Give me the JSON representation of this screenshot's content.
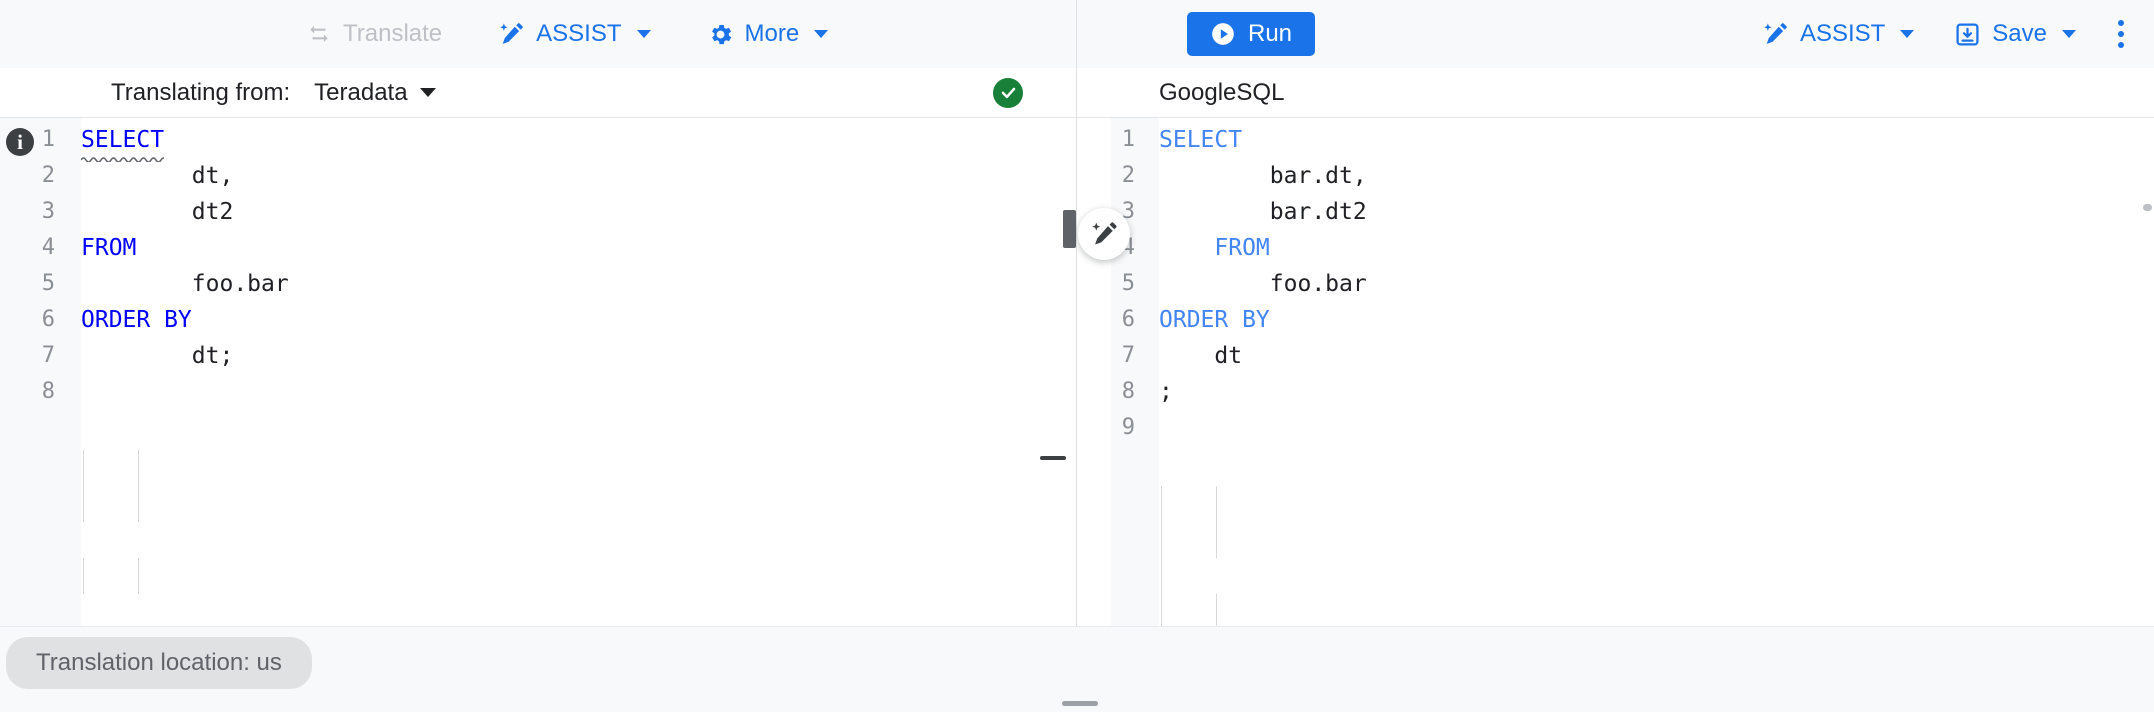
{
  "toolbar": {
    "left": [
      {
        "id": "translate",
        "label": "Translate",
        "icon": "swap-horizontal-icon",
        "disabled": true,
        "caret": false
      },
      {
        "id": "assist-left",
        "label": "ASSIST",
        "icon": "magic-pencil-icon",
        "disabled": false,
        "caret": true
      },
      {
        "id": "more",
        "label": "More",
        "icon": "gear-icon",
        "disabled": false,
        "caret": true
      }
    ],
    "run": {
      "label": "Run",
      "icon": "play-circle-icon"
    },
    "right": [
      {
        "id": "assist-right",
        "label": "ASSIST",
        "icon": "magic-pencil-icon",
        "caret": true
      },
      {
        "id": "save",
        "label": "Save",
        "icon": "save-icon",
        "caret": true
      }
    ],
    "overflow_icon": "kebab-menu-icon",
    "accent_color": "#1a73e8",
    "disabled_color": "#bdc1c6"
  },
  "left_pane": {
    "header": {
      "label": "Translating from:",
      "dialect": "Teradata",
      "dropdown_icon": "chevron-down-icon",
      "status_icon": "check-circle-icon",
      "status_color": "#188038"
    },
    "info_icon": "info-icon",
    "keyword_color": "#0000ff",
    "lines": [
      {
        "n": "1",
        "indent": 0,
        "keyword": "SELECT",
        "rest": "",
        "squiggly": true
      },
      {
        "n": "2",
        "indent": 2,
        "keyword": "",
        "rest": "dt,",
        "squiggly": false
      },
      {
        "n": "3",
        "indent": 2,
        "keyword": "",
        "rest": "dt2",
        "squiggly": false
      },
      {
        "n": "4",
        "indent": 0,
        "keyword": "FROM",
        "rest": "",
        "squiggly": false
      },
      {
        "n": "5",
        "indent": 2,
        "keyword": "",
        "rest": "foo.bar",
        "squiggly": false
      },
      {
        "n": "6",
        "indent": 0,
        "keyword": "ORDER BY",
        "rest": "",
        "squiggly": false
      },
      {
        "n": "7",
        "indent": 2,
        "keyword": "",
        "rest": "dt;",
        "squiggly": false
      },
      {
        "n": "8",
        "indent": 0,
        "keyword": "",
        "rest": "",
        "squiggly": false
      }
    ]
  },
  "right_pane": {
    "header": {
      "dialect": "GoogleSQL"
    },
    "keyword_color": "#4285f4",
    "assist_fab_icon": "magic-pencil-icon",
    "drag_handle_icon": "pane-resize-handle",
    "lines": [
      {
        "n": "1",
        "indent": 0,
        "keyword": "SELECT",
        "rest": "",
        "squiggly": false
      },
      {
        "n": "2",
        "indent": 2,
        "keyword": "",
        "rest": "bar.dt,",
        "squiggly": false
      },
      {
        "n": "3",
        "indent": 2,
        "keyword": "",
        "rest": "bar.dt2",
        "squiggly": false
      },
      {
        "n": "4",
        "indent": 1,
        "keyword": "FROM",
        "rest": "",
        "squiggly": false
      },
      {
        "n": "5",
        "indent": 2,
        "keyword": "",
        "rest": "foo.bar",
        "squiggly": false
      },
      {
        "n": "6",
        "indent": 0,
        "keyword": "ORDER BY",
        "rest": "",
        "squiggly": false
      },
      {
        "n": "7",
        "indent": 1,
        "keyword": "",
        "rest": "dt",
        "squiggly": false
      },
      {
        "n": "8",
        "indent": 0,
        "keyword": "",
        "rest": ";",
        "squiggly": false
      },
      {
        "n": "9",
        "indent": 0,
        "keyword": "",
        "rest": "",
        "squiggly": false
      }
    ]
  },
  "bottom": {
    "location_chip": "Translation location: us",
    "grip_icon": "drag-grip-icon"
  }
}
